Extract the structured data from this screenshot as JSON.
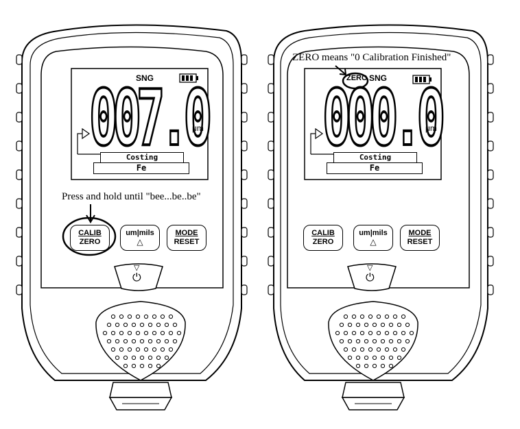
{
  "left_device": {
    "annotation": "Press and hold until \"bee...be..be\"",
    "lcd": {
      "sng": "SNG",
      "reading": "007.0",
      "unit": "μm",
      "coating": "Costing",
      "material": "Fe"
    },
    "buttons": {
      "calib_top": "CALIB",
      "calib_bottom": "ZERO",
      "unit_top": "um|mils",
      "unit_bottom": "△",
      "mode_top": "MODE",
      "mode_bottom": "RESET",
      "power_top": "▽",
      "power_bottom": "⏻"
    }
  },
  "right_device": {
    "annotation": "ZERO means \"0 Calibration Finished\"",
    "lcd": {
      "zero_tag": "ZERO",
      "sng": "SNG",
      "reading": "000.0",
      "unit": "μm",
      "coating": "Costing",
      "material": "Fe"
    },
    "buttons": {
      "calib_top": "CALIB",
      "calib_bottom": "ZERO",
      "unit_top": "um|mils",
      "unit_bottom": "△",
      "mode_top": "MODE",
      "mode_bottom": "RESET",
      "power_top": "▽",
      "power_bottom": "⏻"
    }
  }
}
